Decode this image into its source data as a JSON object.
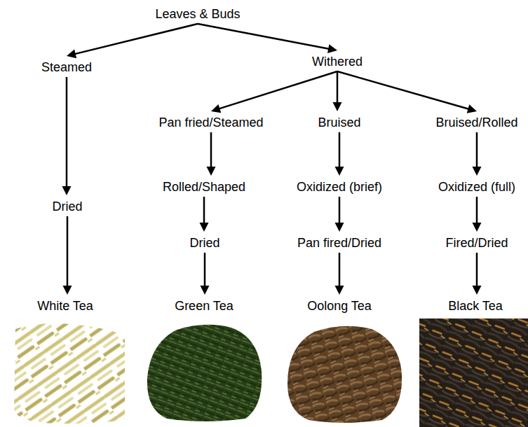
{
  "diagram": {
    "nodes": [
      {
        "text": [
          "Leaves & Buds"
        ]
      },
      {
        "text": [
          "Steamed"
        ]
      },
      {
        "text": [
          "Withered"
        ]
      },
      {
        "text": [
          "Pan fried/Steamed"
        ]
      },
      {
        "text": [
          "Bruised"
        ]
      },
      {
        "text": [
          "Bruised/Rolled"
        ]
      },
      {
        "text": [
          "Rolled/Shaped"
        ]
      },
      {
        "text": [
          "Oxidized (brief)"
        ]
      },
      {
        "text": [
          "Oxidized (full)"
        ]
      },
      {
        "text": [
          "Dried"
        ]
      },
      {
        "text": [
          "Dried"
        ]
      },
      {
        "text": [
          "Pan fired/Dried"
        ]
      },
      {
        "text": [
          "Fired/Dried"
        ]
      },
      {
        "text": [
          "White Tea"
        ]
      },
      {
        "text": [
          "Green Tea"
        ]
      },
      {
        "text": [
          "Oolong Tea"
        ]
      },
      {
        "text": [
          "Black Tea"
        ]
      }
    ],
    "edges": [
      {
        "from": 0,
        "to": 1,
        "arrow": "to"
      },
      {
        "from": 0,
        "to": 2,
        "arrow": "to"
      },
      {
        "from": 1,
        "to": 9,
        "arrow": "to"
      },
      {
        "from": 9,
        "to": 13,
        "arrow": "to"
      },
      {
        "from": 2,
        "to": 3,
        "arrow": "to"
      },
      {
        "from": 2,
        "to": 4,
        "arrow": "to"
      },
      {
        "from": 2,
        "to": 5,
        "arrow": "to"
      },
      {
        "from": 3,
        "to": 6,
        "arrow": "to"
      },
      {
        "from": 6,
        "to": 10,
        "arrow": "to"
      },
      {
        "from": 10,
        "to": 14,
        "arrow": "to"
      },
      {
        "from": 4,
        "to": 7,
        "arrow": "to"
      },
      {
        "from": 7,
        "to": 11,
        "arrow": "to"
      },
      {
        "from": 11,
        "to": 15,
        "arrow": "to"
      },
      {
        "from": 5,
        "to": 8,
        "arrow": "to"
      },
      {
        "from": 8,
        "to": 12,
        "arrow": "to"
      },
      {
        "from": 12,
        "to": 16,
        "arrow": "to"
      }
    ]
  }
}
